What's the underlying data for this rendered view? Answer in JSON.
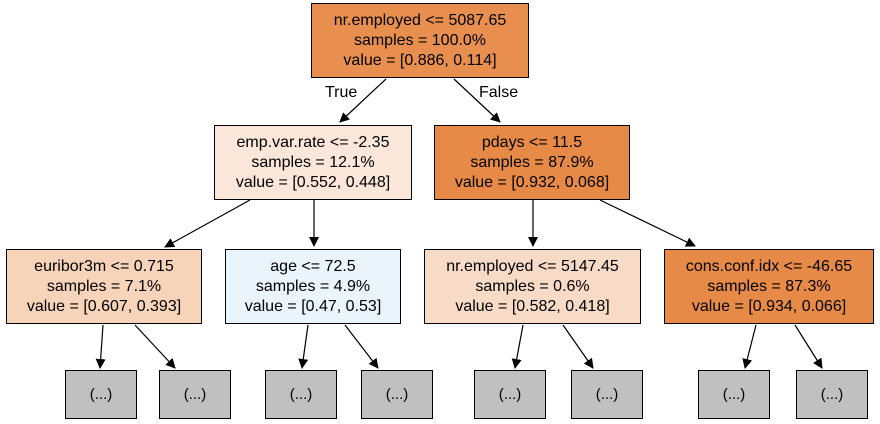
{
  "nodes": {
    "root": {
      "condition": "nr.employed <= 5087.65",
      "samples": "samples = 100.0%",
      "value": "value = [0.886, 0.114]",
      "fill": "#e88f50"
    },
    "left": {
      "condition": "emp.var.rate <= -2.35",
      "samples": "samples = 12.1%",
      "value": "value = [0.552, 0.448]",
      "fill": "#fbe7da"
    },
    "right": {
      "condition": "pdays <= 11.5",
      "samples": "samples = 87.9%",
      "value": "value = [0.932, 0.068]",
      "fill": "#e78a48"
    },
    "ll": {
      "condition": "euribor3m <= 0.715",
      "samples": "samples = 7.1%",
      "value": "value = [0.607, 0.393]",
      "fill": "#f6d3b9"
    },
    "lr": {
      "condition": "age <= 72.5",
      "samples": "samples = 4.9%",
      "value": "value = [0.47, 0.53]",
      "fill": "#e9f4fc"
    },
    "rl": {
      "condition": "nr.employed <= 5147.45",
      "samples": "samples = 0.6%",
      "value": "value = [0.582, 0.418]",
      "fill": "#f8dbc7"
    },
    "rr": {
      "condition": "cons.conf.idx <= -46.65",
      "samples": "samples = 87.3%",
      "value": "value = [0.934, 0.066]",
      "fill": "#e78a47"
    }
  },
  "leaf_label": "(...)",
  "leaf_fill": "#c0c0c0",
  "edge_labels": {
    "true": "True",
    "false": "False"
  }
}
